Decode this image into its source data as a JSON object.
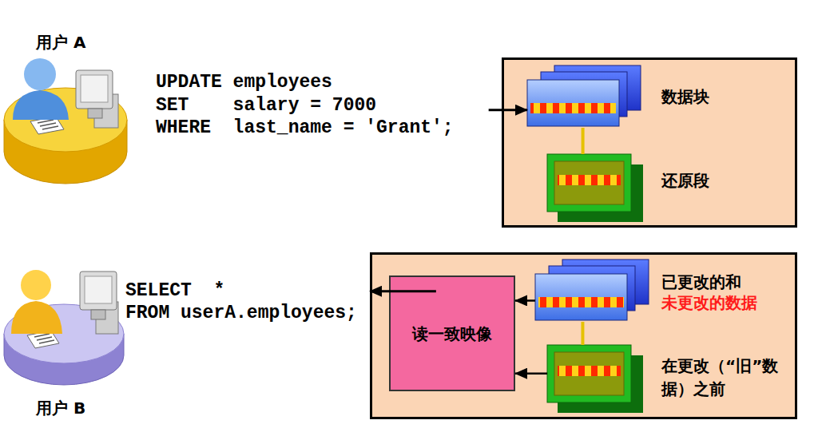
{
  "diagram": {
    "nodes": [
      {
        "text": [
          "用户 A"
        ]
      },
      {
        "text": [
          "UPDATE employees",
          "SET    salary = 7000",
          "WHERE  last_name = 'Grant';"
        ]
      },
      {
        "text": []
      },
      {
        "text": [
          "数据块"
        ],
        "in": 2
      },
      {
        "text": [
          "还原段"
        ],
        "in": 2
      },
      {
        "text": [
          "用户 B"
        ]
      },
      {
        "text": [
          "SELECT  *",
          "FROM userA.employees;"
        ]
      },
      {
        "text": []
      },
      {
        "text": [
          "读一致映像"
        ],
        "in": 7
      },
      {
        "text": [
          "已更改的和",
          "未更改的数据"
        ],
        "in": 7
      },
      {
        "text": [
          "在更改（“旧”数据）之前"
        ],
        "in": 7
      }
    ],
    "edges": [
      {
        "from": 1,
        "to": 3,
        "arrow": "to"
      },
      {
        "from": 3,
        "to": 4,
        "arrow": "none"
      },
      {
        "from": 6,
        "to": 7,
        "arrow": "to"
      },
      {
        "from": 9,
        "to": 8,
        "arrow": "to"
      },
      {
        "from": 9,
        "to": 10,
        "arrow": "none"
      },
      {
        "from": 10,
        "to": 8,
        "arrow": "to"
      }
    ]
  }
}
